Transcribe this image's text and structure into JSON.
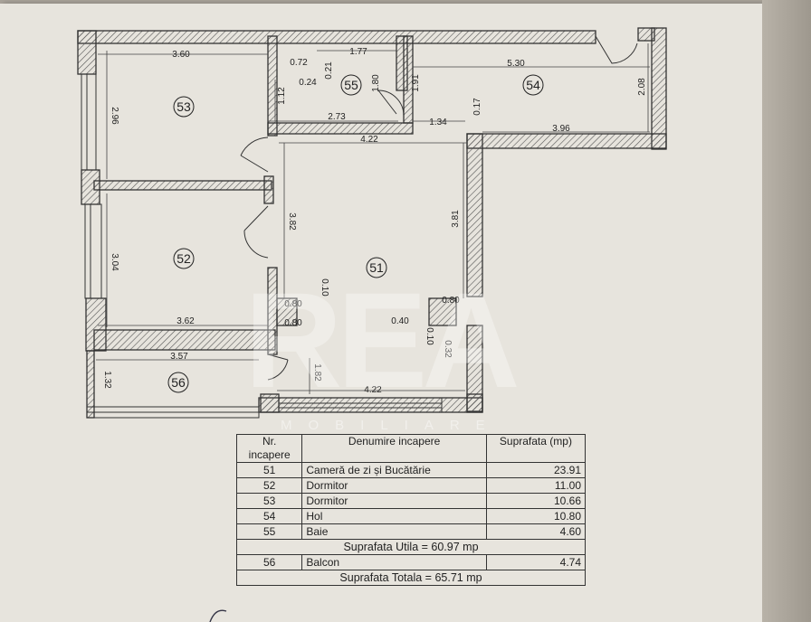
{
  "plan": {
    "rooms": [
      {
        "id": "53",
        "label": "53"
      },
      {
        "id": "52",
        "label": "52"
      },
      {
        "id": "55",
        "label": "55"
      },
      {
        "id": "54",
        "label": "54"
      },
      {
        "id": "51",
        "label": "51"
      },
      {
        "id": "56",
        "label": "56"
      }
    ],
    "dimensions": {
      "d360": "3.60",
      "d296": "2.96",
      "d304": "3.04",
      "d362": "3.62",
      "d357": "3.57",
      "d132": "1.32",
      "d382": "3.82",
      "d422_top": "4.22",
      "d422_bottom": "4.22",
      "d381": "3.81",
      "d080_a": "0.80",
      "d080_b": "0.80",
      "d080_c": "0.80",
      "d010_a": "0.10",
      "d010_b": "0.10",
      "d182": "1.82",
      "d040": "0.40",
      "d032": "0.32",
      "d072": "0.72",
      "d177": "1.77",
      "d021": "0.21",
      "d024": "0.24",
      "d112": "1.12",
      "d180": "1.80",
      "d191": "1.91",
      "d273": "2.73",
      "d134": "1.34",
      "d017": "0.17",
      "d530": "5.30",
      "d208": "2.08",
      "d396": "3.96"
    }
  },
  "watermark": {
    "main": "REA",
    "sub": "MOBILIARE"
  },
  "legend": {
    "headers": {
      "nr": "Nr. incapere",
      "name": "Denumire incapere",
      "area": "Suprafata (mp)"
    },
    "rows": [
      {
        "nr": "51",
        "name": "Cameră de zi și Bucătărie",
        "area": "23.91"
      },
      {
        "nr": "52",
        "name": "Dormitor",
        "area": "11.00"
      },
      {
        "nr": "53",
        "name": "Dormitor",
        "area": "10.66"
      },
      {
        "nr": "54",
        "name": "Hol",
        "area": "10.80"
      },
      {
        "nr": "55",
        "name": "Baie",
        "area": "4.60"
      }
    ],
    "suprafata_utila": "Suprafata Utila = 60.97 mp",
    "balcon": {
      "nr": "56",
      "name": "Balcon",
      "area": "4.74"
    },
    "suprafata_totala": "Suprafata Totala = 65.71 mp"
  }
}
